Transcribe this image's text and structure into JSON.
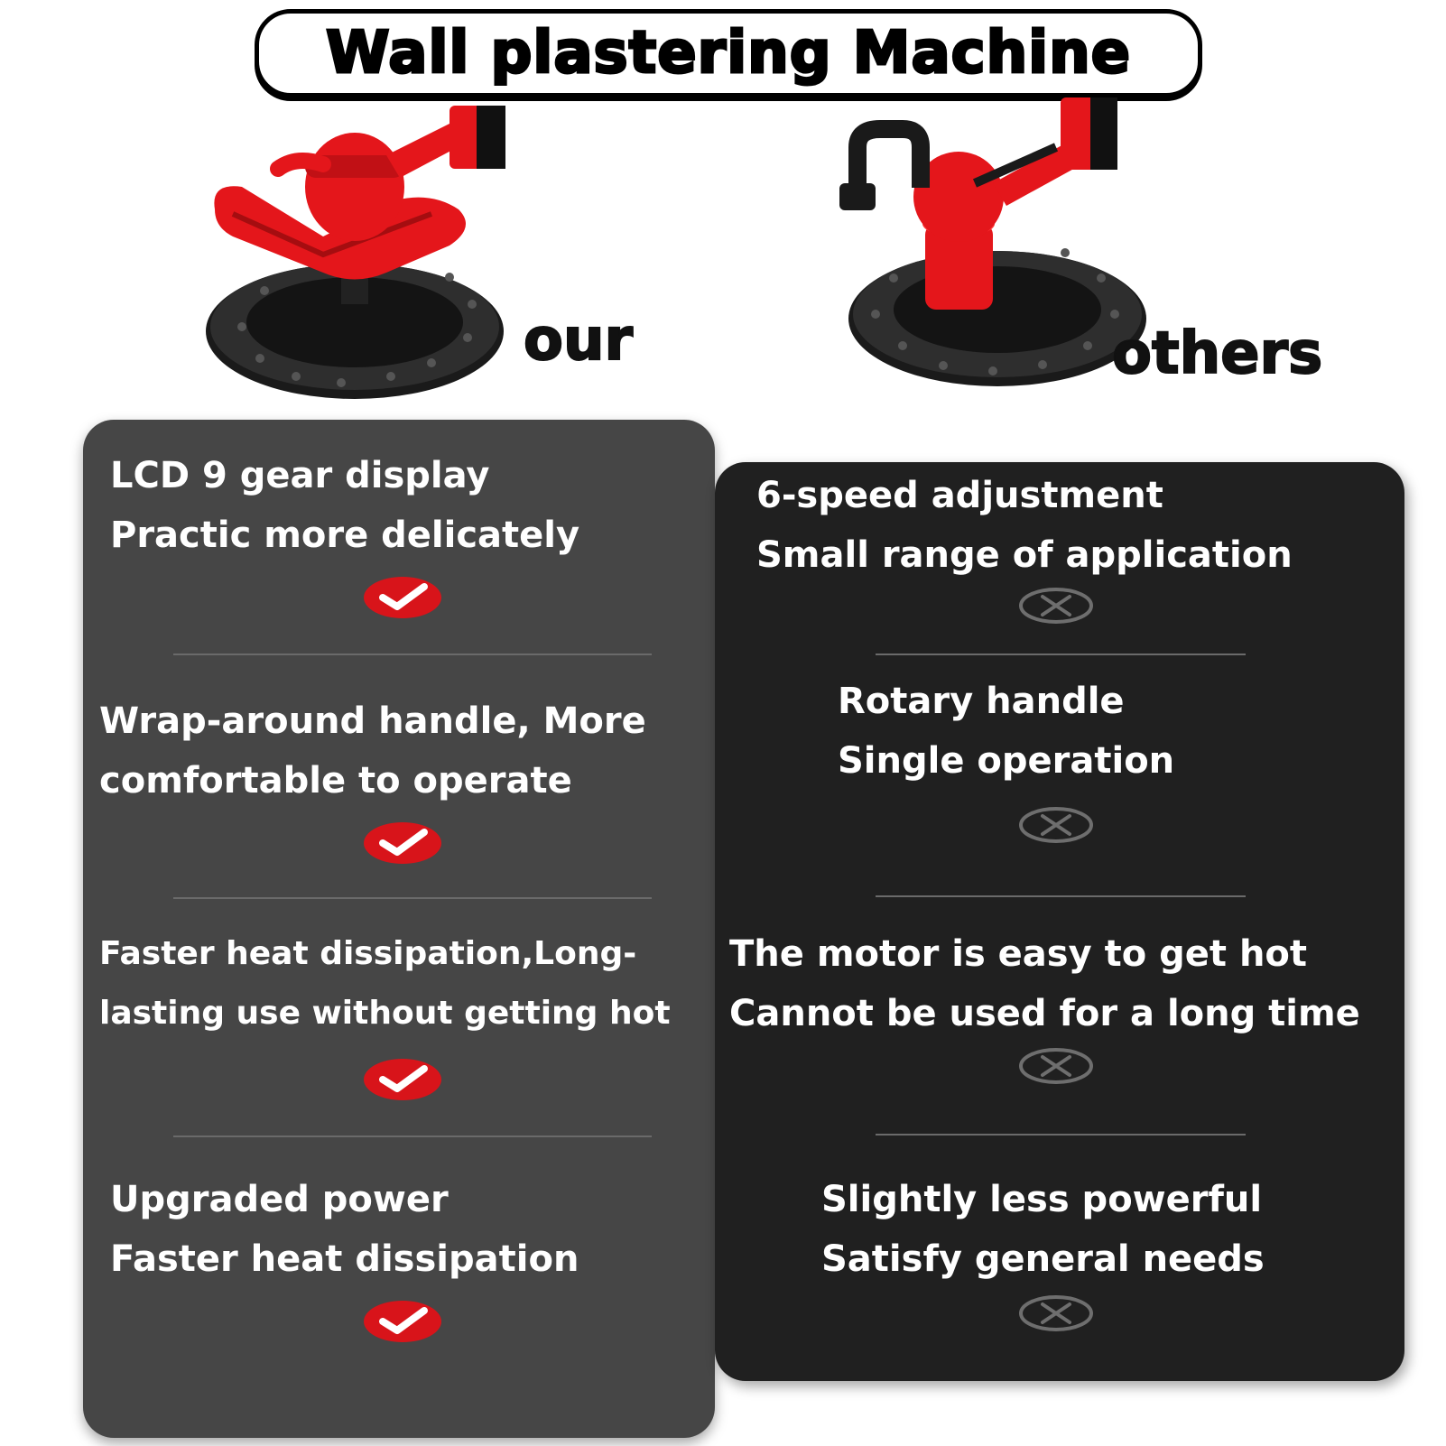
{
  "title": "Wall plastering Machine",
  "products": {
    "our_label": "our",
    "others_label": "others"
  },
  "colors": {
    "brand_red": "#e4161b",
    "left_panel": "#464646",
    "right_panel": "#202020"
  },
  "comparison": {
    "ours": [
      {
        "line1": "LCD 9 gear display",
        "line2": "Practic more delicately",
        "icon": "check-icon"
      },
      {
        "line1": "Wrap-around handle, More",
        "line2": "comfortable to operate",
        "icon": "check-icon"
      },
      {
        "line1": "Faster heat dissipation,Long-",
        "line2": "lasting use without getting hot",
        "icon": "check-icon"
      },
      {
        "line1": "Upgraded power",
        "line2": "Faster heat dissipation",
        "icon": "check-icon"
      }
    ],
    "others": [
      {
        "line1": "6-speed adjustment",
        "line2": "Small range of application",
        "icon": "cross-icon"
      },
      {
        "line1": "Rotary handle",
        "line2": "Single operation",
        "icon": "cross-icon"
      },
      {
        "line1": "The motor is easy to get hot",
        "line2": "Cannot be used for a long time",
        "icon": "cross-icon"
      },
      {
        "line1": "Slightly less powerful",
        "line2": "Satisfy general needs",
        "icon": "cross-icon"
      }
    ]
  }
}
